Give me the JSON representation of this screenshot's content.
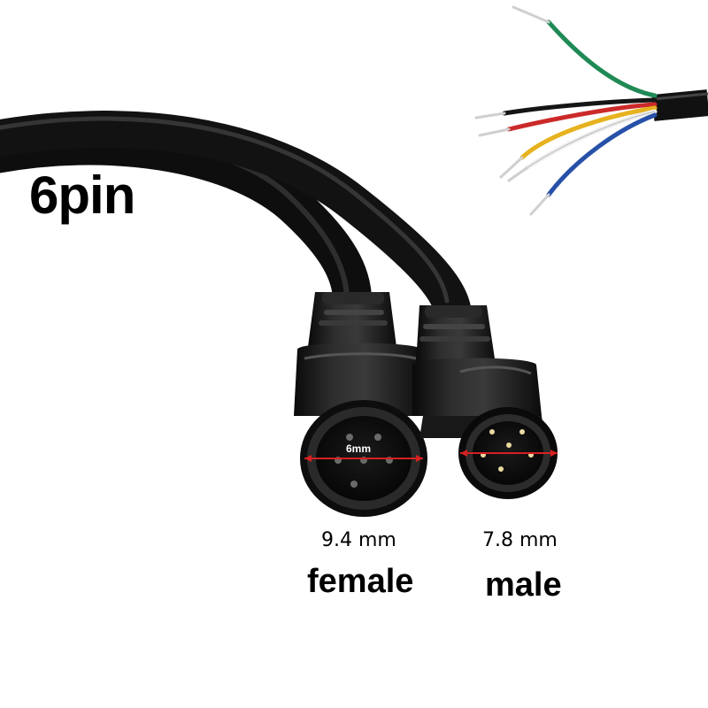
{
  "title": "6pin",
  "female": {
    "diameter_label": "9.4 mm",
    "inner_label": "6mm",
    "name": "female"
  },
  "male": {
    "diameter_label": "7.8 mm",
    "name": "male"
  },
  "colors": {
    "background": "#ffffff",
    "cable": "#141414",
    "dimension_marker": "#d62020",
    "wire_green": "#1f8a55",
    "wire_black": "#151515",
    "wire_red": "#cc2a2a",
    "wire_yellow": "#e6b21e",
    "wire_white": "#eeeeee",
    "wire_blue": "#2750a8"
  }
}
